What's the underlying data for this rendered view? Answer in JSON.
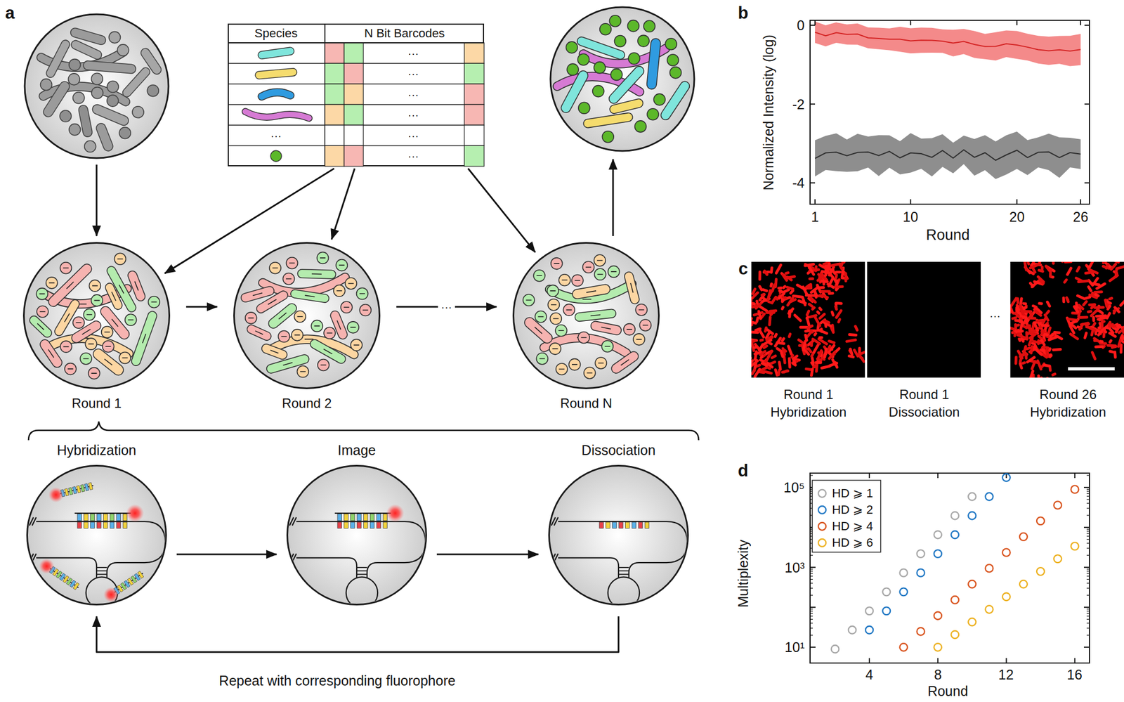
{
  "diagram": {
    "nodes": [
      {
        "text": [
          "Species",
          "N Bit Barcodes"
        ]
      },
      {
        "text": [
          "Round 1"
        ]
      },
      {
        "text": [
          "Round 2"
        ]
      },
      {
        "text": [
          "Round N"
        ]
      },
      {
        "text": [
          "Hybridization"
        ]
      },
      {
        "text": [
          "Image"
        ]
      },
      {
        "text": [
          "Dissociation"
        ]
      }
    ],
    "edges": [
      {
        "from": 0,
        "to": 1,
        "arrow": "to"
      },
      {
        "from": 0,
        "to": 2,
        "arrow": "to"
      },
      {
        "from": 0,
        "to": 3,
        "arrow": "to"
      },
      {
        "from": 1,
        "to": 2,
        "arrow": "to"
      },
      {
        "from": 2,
        "to": 3,
        "arrow": "to",
        "label": "···"
      },
      {
        "from": 4,
        "to": 5,
        "arrow": "to"
      },
      {
        "from": 5,
        "to": 6,
        "arrow": "to"
      },
      {
        "from": 6,
        "to": 4,
        "arrow": "to",
        "label": "Repeat with corresponding fluorophore"
      }
    ],
    "labels": [
      "a",
      "···",
      "···",
      "···",
      "···",
      "···",
      "···",
      "···",
      "b",
      "Normalized Intensity (log)",
      "0",
      "-2",
      "-4",
      "1",
      "10",
      "20",
      "26",
      "Round",
      "c",
      "Round 1 Hybridization",
      "Round 1 Dissociation",
      "···",
      "Round 26 Hybridization",
      "d",
      "Multiplexity",
      "10⁵",
      "10³",
      "10¹",
      "4",
      "8",
      "12",
      "16",
      "Round"
    ],
    "legend": [
      {
        "text": "HD ⩾ 1"
      },
      {
        "text": "HD ⩾ 2"
      },
      {
        "text": "HD ⩾ 4"
      },
      {
        "text": "HD ⩾ 6"
      }
    ]
  }
}
